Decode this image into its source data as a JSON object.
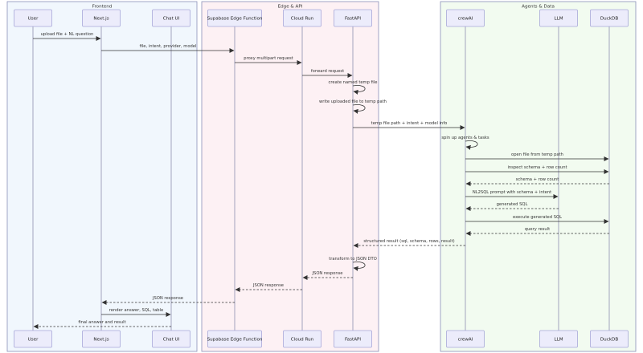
{
  "groups": [
    {
      "id": "frontend",
      "label": "Frontend"
    },
    {
      "id": "edge",
      "label": "Edge & API"
    },
    {
      "id": "agents",
      "label": "Agents & Data"
    }
  ],
  "participants": [
    {
      "id": "user",
      "label": "User",
      "group": "frontend"
    },
    {
      "id": "next",
      "label": "Next.js",
      "group": "frontend"
    },
    {
      "id": "chat",
      "label": "Chat UI",
      "group": "frontend"
    },
    {
      "id": "supa",
      "label": "Supabase Edge Function",
      "group": "edge"
    },
    {
      "id": "cloudrun",
      "label": "Cloud Run",
      "group": "edge"
    },
    {
      "id": "fastapi",
      "label": "FastAPI",
      "group": "edge"
    },
    {
      "id": "crewai",
      "label": "crewAI",
      "group": "agents"
    },
    {
      "id": "llm",
      "label": "LLM",
      "group": "agents"
    },
    {
      "id": "duckdb",
      "label": "DuckDB",
      "group": "agents"
    }
  ],
  "messages": [
    {
      "from": "user",
      "to": "next",
      "text": "upload file + NL question",
      "style": "solid"
    },
    {
      "from": "next",
      "to": "supa",
      "text": "file, intent, provider, model",
      "style": "solid"
    },
    {
      "from": "supa",
      "to": "cloudrun",
      "text": "proxy multipart request",
      "style": "solid"
    },
    {
      "from": "cloudrun",
      "to": "fastapi",
      "text": "forward request",
      "style": "solid"
    },
    {
      "from": "fastapi",
      "to": "fastapi",
      "text": "create named temp file",
      "style": "solid"
    },
    {
      "from": "fastapi",
      "to": "fastapi",
      "text": "write uploaded file to temp path",
      "style": "solid"
    },
    {
      "from": "fastapi",
      "to": "crewai",
      "text": "temp file path + intent + model info",
      "style": "solid"
    },
    {
      "from": "crewai",
      "to": "crewai",
      "text": "spin up agents & tasks",
      "style": "solid"
    },
    {
      "from": "crewai",
      "to": "duckdb",
      "text": "open file from temp path",
      "style": "solid"
    },
    {
      "from": "crewai",
      "to": "duckdb",
      "text": "inspect schema + row count",
      "style": "solid"
    },
    {
      "from": "duckdb",
      "to": "crewai",
      "text": "schema + row count",
      "style": "dashed"
    },
    {
      "from": "crewai",
      "to": "llm",
      "text": "NL2SQL prompt with schema + intent",
      "style": "solid"
    },
    {
      "from": "llm",
      "to": "crewai",
      "text": "generated SQL",
      "style": "dashed"
    },
    {
      "from": "crewai",
      "to": "duckdb",
      "text": "execute generated SQL",
      "style": "solid"
    },
    {
      "from": "duckdb",
      "to": "crewai",
      "text": "query result",
      "style": "dashed"
    },
    {
      "from": "crewai",
      "to": "fastapi",
      "text": "structured result (sql, schema, rows, result)",
      "style": "dashed"
    },
    {
      "from": "fastapi",
      "to": "fastapi",
      "text": "transform to JSON DTO",
      "style": "solid"
    },
    {
      "from": "fastapi",
      "to": "cloudrun",
      "text": "JSON response",
      "style": "dashed"
    },
    {
      "from": "cloudrun",
      "to": "supa",
      "text": "JSON response",
      "style": "dashed"
    },
    {
      "from": "supa",
      "to": "next",
      "text": "JSON response",
      "style": "dashed"
    },
    {
      "from": "next",
      "to": "chat",
      "text": "render answer, SQL, table",
      "style": "solid"
    },
    {
      "from": "chat",
      "to": "user",
      "text": "final answer and result",
      "style": "dashed"
    }
  ]
}
